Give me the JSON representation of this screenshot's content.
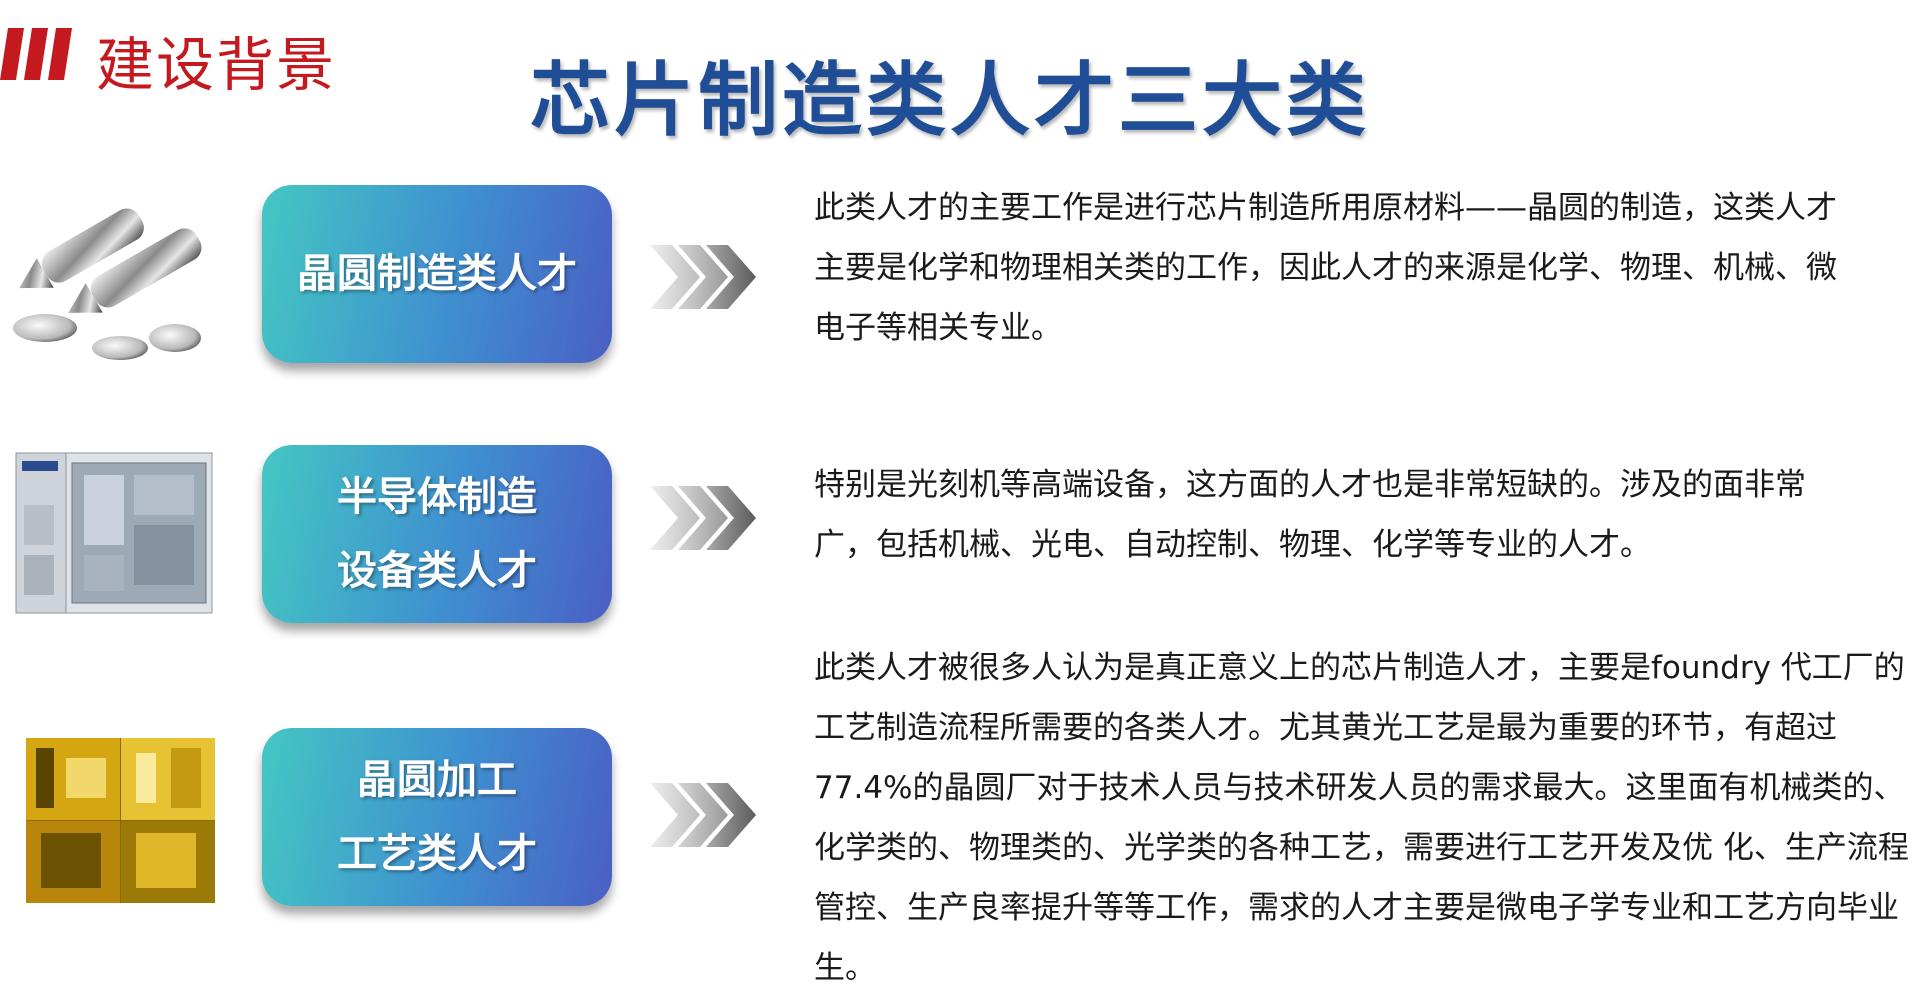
{
  "header": {
    "section_title": "建设背景",
    "main_title": "芯片制造类人才三大类"
  },
  "items": [
    {
      "category_lines": [
        "晶圆制造类人才"
      ],
      "description": "此类人才的主要工作是进行芯片制造所用原材料——晶圆的制造，这类人才主要是化学和物理相关类的工作，因此人才的来源是化学、物理、机械、微电子等相关专业。"
    },
    {
      "category_lines": [
        "半导体制造",
        "设备类人才"
      ],
      "description": "特别是光刻机等高端设备，这方面的人才也是非常短缺的。涉及的面非常广，包括机械、光电、自动控制、物理、化学等专业的人才。"
    },
    {
      "category_lines": [
        "晶圆加工",
        "工艺类人才"
      ],
      "description": "此类人才被很多人认为是真正意义上的芯片制造人才，主要是foundry 代工厂的工艺制造流程所需要的各类人才。尤其黄光工艺是最为重要的环节，有超过77.4%的晶圆厂对于技术人员与技术研发人员的需求最大。这里面有机械类的、化学类的、物理类的、光学类的各种工艺，需要进行工艺开发及优 化、生产流程管控、生产良率提升等等工作，需求的人才主要是微电子学专业和工艺方向毕业生。"
    }
  ],
  "colors": {
    "section_accent": "#c41a1f",
    "title_blue": "#1f4e96",
    "gradient_start": "#44c7c3",
    "gradient_end": "#4a5fc4"
  },
  "icons": {
    "section_marker": "three-red-slashes",
    "arrows": "triple-chevron-right"
  }
}
